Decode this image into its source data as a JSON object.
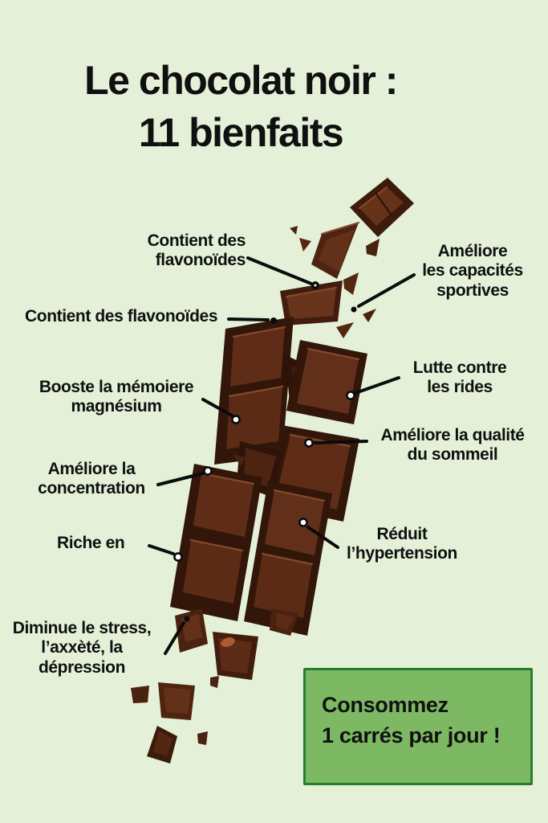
{
  "title": {
    "text": "Le chocolat noir :\n11 bienfaits"
  },
  "benefits": [
    {
      "id": "flavonoides-top",
      "text": "Contient des\nflavonoïdes"
    },
    {
      "id": "capacites-sportives",
      "text": "Améliore\nles capacités\nsportives"
    },
    {
      "id": "flavonoides-left",
      "text": "Contient des flavonoïdes"
    },
    {
      "id": "lutte-rides",
      "text": "Lutte contre\nles rides"
    },
    {
      "id": "memoire-magnesium",
      "text": "Booste la mémoiere\nmagnésium"
    },
    {
      "id": "qualite-sommeil",
      "text": "Améliore la qualité\ndu sommeil"
    },
    {
      "id": "concentration",
      "text": "Améliore la\nconcentration"
    },
    {
      "id": "hypertension",
      "text": "Réduit\nl’hypertension"
    },
    {
      "id": "riche-en",
      "text": "Riche en"
    },
    {
      "id": "stress",
      "text": "Diminue le stress,\nl’axxèté, la\ndépression"
    }
  ],
  "cta": {
    "text": "Consommez\n1 carrés par jour !"
  },
  "colors": {
    "background": "#e4f1d8",
    "text": "#101010",
    "leader_line": "#0b0b0b",
    "cta_fill": "#7db963",
    "cta_border": "#267d32",
    "chocolate_dark": "#33160a",
    "chocolate_mid": "#5f2d17",
    "chocolate_highlight": "#84492a"
  }
}
